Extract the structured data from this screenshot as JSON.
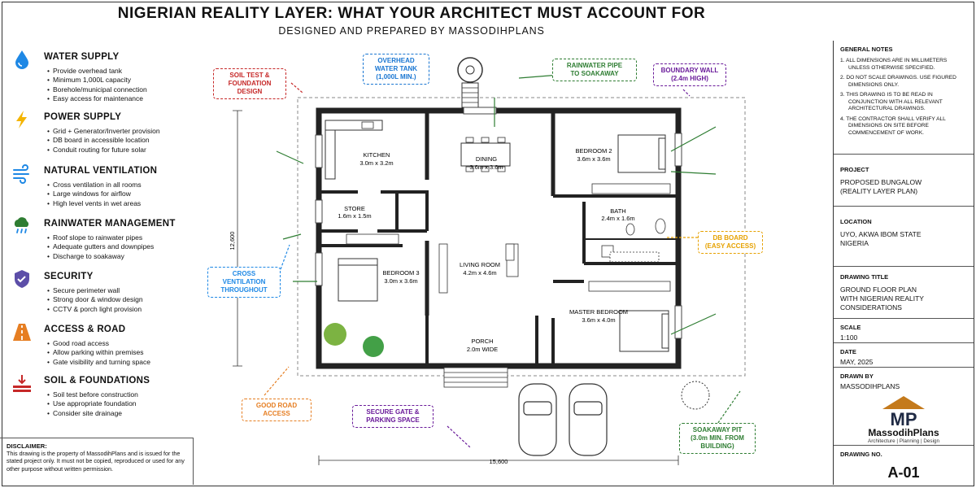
{
  "title": "NIGERIAN REALITY LAYER: WHAT YOUR ARCHITECT MUST ACCOUNT FOR",
  "subtitle": "DESIGNED AND PREPARED BY MASSODIHPLANS",
  "sections": [
    {
      "title": "WATER SUPPLY",
      "icon": "water-drop-icon",
      "items": [
        "Provide overhead tank",
        "Minimum 1,000L capacity",
        "Borehole/municipal connection",
        "Easy access for maintenance"
      ]
    },
    {
      "title": "POWER SUPPLY",
      "icon": "lightning-icon",
      "items": [
        "Grid + Generator/Inverter provision",
        "DB board in accessible location",
        "Conduit routing for future solar"
      ]
    },
    {
      "title": "NATURAL VENTILATION",
      "icon": "wind-icon",
      "items": [
        "Cross ventilation in all rooms",
        "Large windows for airflow",
        "High level vents in wet areas"
      ]
    },
    {
      "title": "RAINWATER MANAGEMENT",
      "icon": "rain-cloud-icon",
      "items": [
        "Roof slope to rainwater pipes",
        "Adequate gutters and downpipes",
        "Discharge to soakaway"
      ]
    },
    {
      "title": "SECURITY",
      "icon": "shield-icon",
      "items": [
        "Secure perimeter wall",
        "Strong door & window design",
        "CCTV & porch light provision"
      ]
    },
    {
      "title": "ACCESS & ROAD",
      "icon": "road-icon",
      "items": [
        "Good road access",
        "Allow parking within premises",
        "Gate visibility and turning space"
      ]
    },
    {
      "title": "SOIL & FOUNDATIONS",
      "icon": "soil-icon",
      "items": [
        "Soil test before construction",
        "Use appropriate foundation",
        "Consider site drainage"
      ]
    }
  ],
  "disclaimer": {
    "title": "DISCLAIMER:",
    "text": "This drawing is the property of MassodihPlans and is issued for the stated project only. It must not be copied, reproduced or used for any other purpose without written permission."
  },
  "general_notes": {
    "title": "GENERAL NOTES",
    "items": [
      "1. ALL DIMENSIONS ARE IN MILLIMETERS UNLESS OTHERWISE SPECIFIED.",
      "2. DO NOT SCALE DRAWINGS. USE FIGURED DIMENSIONS ONLY.",
      "3. THIS DRAWING IS TO BE READ IN CONJUNCTION WITH ALL RELEVANT ARCHITECTURAL DRAWINGS.",
      "4. THE CONTRACTOR SHALL VERIFY ALL DIMENSIONS ON SITE BEFORE COMMENCEMENT OF WORK."
    ]
  },
  "project": {
    "label": "PROJECT",
    "value_line1": "PROPOSED BUNGALOW",
    "value_line2": "(REALITY LAYER PLAN)"
  },
  "location": {
    "label": "LOCATION",
    "value_line1": "UYO, AKWA IBOM STATE",
    "value_line2": "NIGERIA"
  },
  "drawing_title": {
    "label": "DRAWING TITLE",
    "value_line1": "GROUND FLOOR PLAN",
    "value_line2": "WITH NIGERIAN REALITY",
    "value_line3": "CONSIDERATIONS"
  },
  "scale": {
    "label": "SCALE",
    "value": "1:100"
  },
  "date": {
    "label": "DATE",
    "value": "MAY, 2025"
  },
  "drawn_by": {
    "label": "DRAWN BY",
    "value": "MASSODIHPLANS"
  },
  "logo": {
    "monogram": "MP",
    "name": "MassodihPlans",
    "tagline": "Architecture | Planning | Design"
  },
  "drawing_no": {
    "label": "DRAWING NO.",
    "value": "A-01"
  },
  "rooms": {
    "kitchen": {
      "name": "KITCHEN",
      "size": "3.0m x 3.2m"
    },
    "dining": {
      "name": "DINING",
      "size": "3.6m x 3.6m"
    },
    "bedroom2": {
      "name": "BEDROOM 2",
      "size": "3.6m x 3.6m"
    },
    "store": {
      "name": "STORE",
      "size": "1.6m x 1.5m"
    },
    "bath": {
      "name": "BATH",
      "size": "2.4m x 1.6m"
    },
    "living": {
      "name": "LIVING ROOM",
      "size": "4.2m x 4.6m"
    },
    "bedroom3": {
      "name": "BEDROOM 3",
      "size": "3.0m x 3.6m"
    },
    "master": {
      "name": "MASTER BEDROOM",
      "size": "3.6m x 4.0m"
    },
    "porch": {
      "name": "PORCH",
      "size": "2.0m WIDE"
    }
  },
  "dimensions": {
    "height": "12,600",
    "width": "15,600"
  },
  "callouts": {
    "soil_test": {
      "line1": "SOIL TEST &",
      "line2": "FOUNDATION",
      "line3": "DESIGN",
      "color": "#c62828"
    },
    "overhead_tank": {
      "line1": "OVERHEAD",
      "line2": "WATER TANK",
      "line3": "(1,000L MIN.)",
      "color": "#1976d2"
    },
    "rainwater_pipe": {
      "line1": "RAINWATER PIPE",
      "line2": "TO SOAKAWAY",
      "color": "#2e7d32"
    },
    "boundary_wall": {
      "line1": "BOUNDARY WALL",
      "line2": "(2.4m HIGH)",
      "color": "#6a1b9a"
    },
    "db_board": {
      "line1": "DB BOARD",
      "line2": "(EASY ACCESS)",
      "color": "#e6a100"
    },
    "cross_vent": {
      "line1": "CROSS",
      "line2": "VENTILATION",
      "line3": "THROUGHOUT",
      "color": "#1e88e5"
    },
    "good_road": {
      "line1": "GOOD ROAD",
      "line2": "ACCESS",
      "color": "#e67e22"
    },
    "secure_gate": {
      "line1": "SECURE GATE &",
      "line2": "PARKING SPACE",
      "color": "#6a1b9a"
    },
    "soakaway": {
      "line1": "SOAKAWAY PIT",
      "line2": "(3.0m MIN. FROM",
      "line3": "BUILDING)",
      "color": "#2e7d32"
    }
  }
}
